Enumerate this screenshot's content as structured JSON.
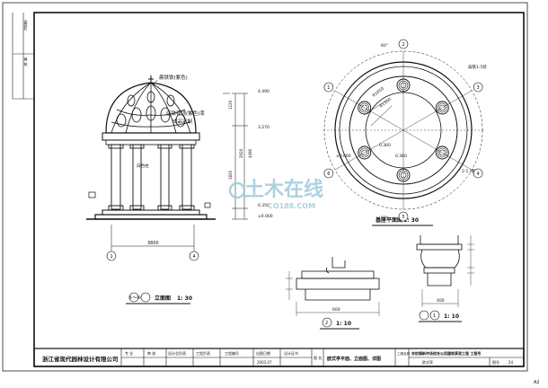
{
  "elevation": {
    "label_dome": "扁铁铁(紫色)",
    "label_finish": "应铁花顶(紫色)漆",
    "label_finish2": "成品定制",
    "label_stone": "白色柱",
    "caption_num": "①～④",
    "caption_text": "立面图",
    "caption_scale": "1: 30",
    "dim_total": "3800",
    "axis_start": "1",
    "axis_end": "4",
    "lv_top": "4.490",
    "lv_mid": "3.270",
    "lv_low": "0.350",
    "lv_base": "±0.000",
    "dim_v1": "1220",
    "dim_v2": "1820",
    "dim_v3": "2920",
    "dim_v4": "4490"
  },
  "plan": {
    "caption_text": "基座平面图",
    "caption_scale": "1: 30",
    "angle_label": "60°",
    "label_r": "R1650",
    "label_r2": "R1300",
    "label_level": "0.360",
    "label_level2": "0.360",
    "label_zero": "±0.000",
    "label_joint": "扁铁1:5装",
    "label_section": "2-1 (余同)",
    "axes": [
      "1",
      "2",
      "3",
      "4",
      "5",
      "6"
    ]
  },
  "detail1": {
    "caption_num": "2",
    "caption_scale": "1: 10",
    "dim": "600"
  },
  "detail2": {
    "caption_num": "1",
    "caption_scale": "1: 10",
    "dim": "400"
  },
  "title_block": {
    "company": "浙江省现代园林设计有限公司",
    "col_a": "专 业",
    "col_b": "审 核",
    "col_c": "设计总负责",
    "col_d": "工程负责",
    "col_e": "工程编号",
    "col_f": "出图日期",
    "col_g": "设计证书",
    "date": "2003.07",
    "name_label": "图 名",
    "drawing_name": "欧式亭平面、立面图、详图",
    "project_label": "工程名称",
    "project": "余杭镇新市场综合公用建筑景观工程 工程号",
    "sheet_label": "欧式亭",
    "sheet_no_label": "图号",
    "sheet_no": "24"
  },
  "left_strip": {
    "top": "会签栏",
    "bottom": "建 筑"
  },
  "watermark": {
    "brand": "土木在线",
    "url": "CO188.COM"
  },
  "page_mark": "A2"
}
